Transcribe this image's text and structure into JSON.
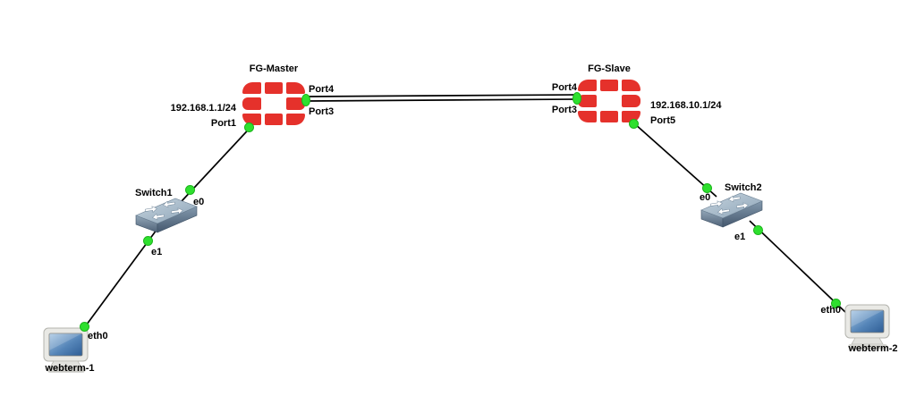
{
  "colors": {
    "background": "#ffffff",
    "fortigate_red": "#e5312b",
    "link_up_green": "#2ee02e",
    "link_line": "#000000",
    "switch_body_blue": "#8fa6ba",
    "computer_screen_blue": "#4a7bad"
  },
  "nodes": [
    {
      "id": "fg-master",
      "type": "fortigate-firewall",
      "label": "FG-Master",
      "ip": "192.168.1.1/24",
      "ports": [
        {
          "name": "Port4"
        },
        {
          "name": "Port3"
        },
        {
          "name": "Port1"
        }
      ]
    },
    {
      "id": "fg-slave",
      "type": "fortigate-firewall",
      "label": "FG-Slave",
      "ip": "192.168.10.1/24",
      "ports": [
        {
          "name": "Port4"
        },
        {
          "name": "Port3"
        },
        {
          "name": "Port5"
        }
      ]
    },
    {
      "id": "switch1",
      "type": "ethernet-switch",
      "label": "Switch1",
      "ports": [
        {
          "name": "e0"
        },
        {
          "name": "e1"
        }
      ]
    },
    {
      "id": "switch2",
      "type": "ethernet-switch",
      "label": "Switch2",
      "ports": [
        {
          "name": "e0"
        },
        {
          "name": "e1"
        }
      ]
    },
    {
      "id": "webterm-1",
      "type": "computer",
      "label": "webterm-1",
      "ports": [
        {
          "name": "eth0"
        }
      ]
    },
    {
      "id": "webterm-2",
      "type": "computer",
      "label": "webterm-2",
      "ports": [
        {
          "name": "eth0"
        }
      ]
    }
  ],
  "links": [
    {
      "from": "FG-Master Port4",
      "to": "FG-Slave Port4",
      "status": "up"
    },
    {
      "from": "FG-Master Port3",
      "to": "FG-Slave Port3",
      "status": "up"
    },
    {
      "from": "FG-Master Port1",
      "to": "Switch1 e0",
      "status": "up"
    },
    {
      "from": "Switch1 e1",
      "to": "webterm-1 eth0",
      "status": "up"
    },
    {
      "from": "FG-Slave Port5",
      "to": "Switch2 e0",
      "status": "up"
    },
    {
      "from": "Switch2 e1",
      "to": "webterm-2 eth0",
      "status": "up"
    }
  ]
}
